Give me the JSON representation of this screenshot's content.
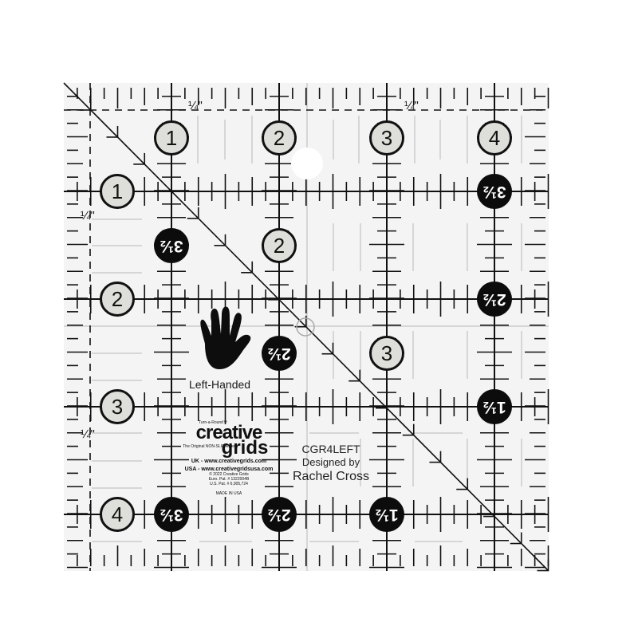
{
  "product": {
    "type": "quilting ruler",
    "size_inches": 4,
    "background_color": "#f4f4f4",
    "line_color": "#111111",
    "circle_fill_light": "#dededa",
    "circle_fill_dark": "#0c0c0c"
  },
  "quarter_labels": {
    "top_left": "¼\"",
    "top_right": "¼\"",
    "left_upper": "¼\"",
    "left_lower": "¼\""
  },
  "top_numbers": [
    "1",
    "2",
    "3",
    "4"
  ],
  "left_numbers": [
    "1",
    "2",
    "3",
    "4"
  ],
  "inner_numbers": [
    "2",
    "3"
  ],
  "half_marks": {
    "row1_right": "3½",
    "row2_right": "2½",
    "row3_right": "1½",
    "upper_left": "3½",
    "center": "2½",
    "bottom_1": "3½",
    "bottom_2": "2½",
    "bottom_3": "1½"
  },
  "hand": {
    "label": "Left-Handed"
  },
  "brand": {
    "turn_label": "Turn-a-Round™",
    "name_top": "creative",
    "name_bottom": "grids",
    "registered": "®",
    "tagline": "The Original NON-SLIP Ruler",
    "uk_url": "UK - www.creativegrids.com",
    "usa_url": "USA - www.creativegridsusa.com",
    "copyright": "© 2022 Creative Grids",
    "euro_patent": "Euro. Pat. # 1322004B",
    "us_patent": "U.S. Pat. # 6,905,724",
    "made_in": "MADE IN USA"
  },
  "designer": {
    "code": "CGR4LEFT",
    "designed_by": "Designed by",
    "name": "Rachel Cross"
  }
}
